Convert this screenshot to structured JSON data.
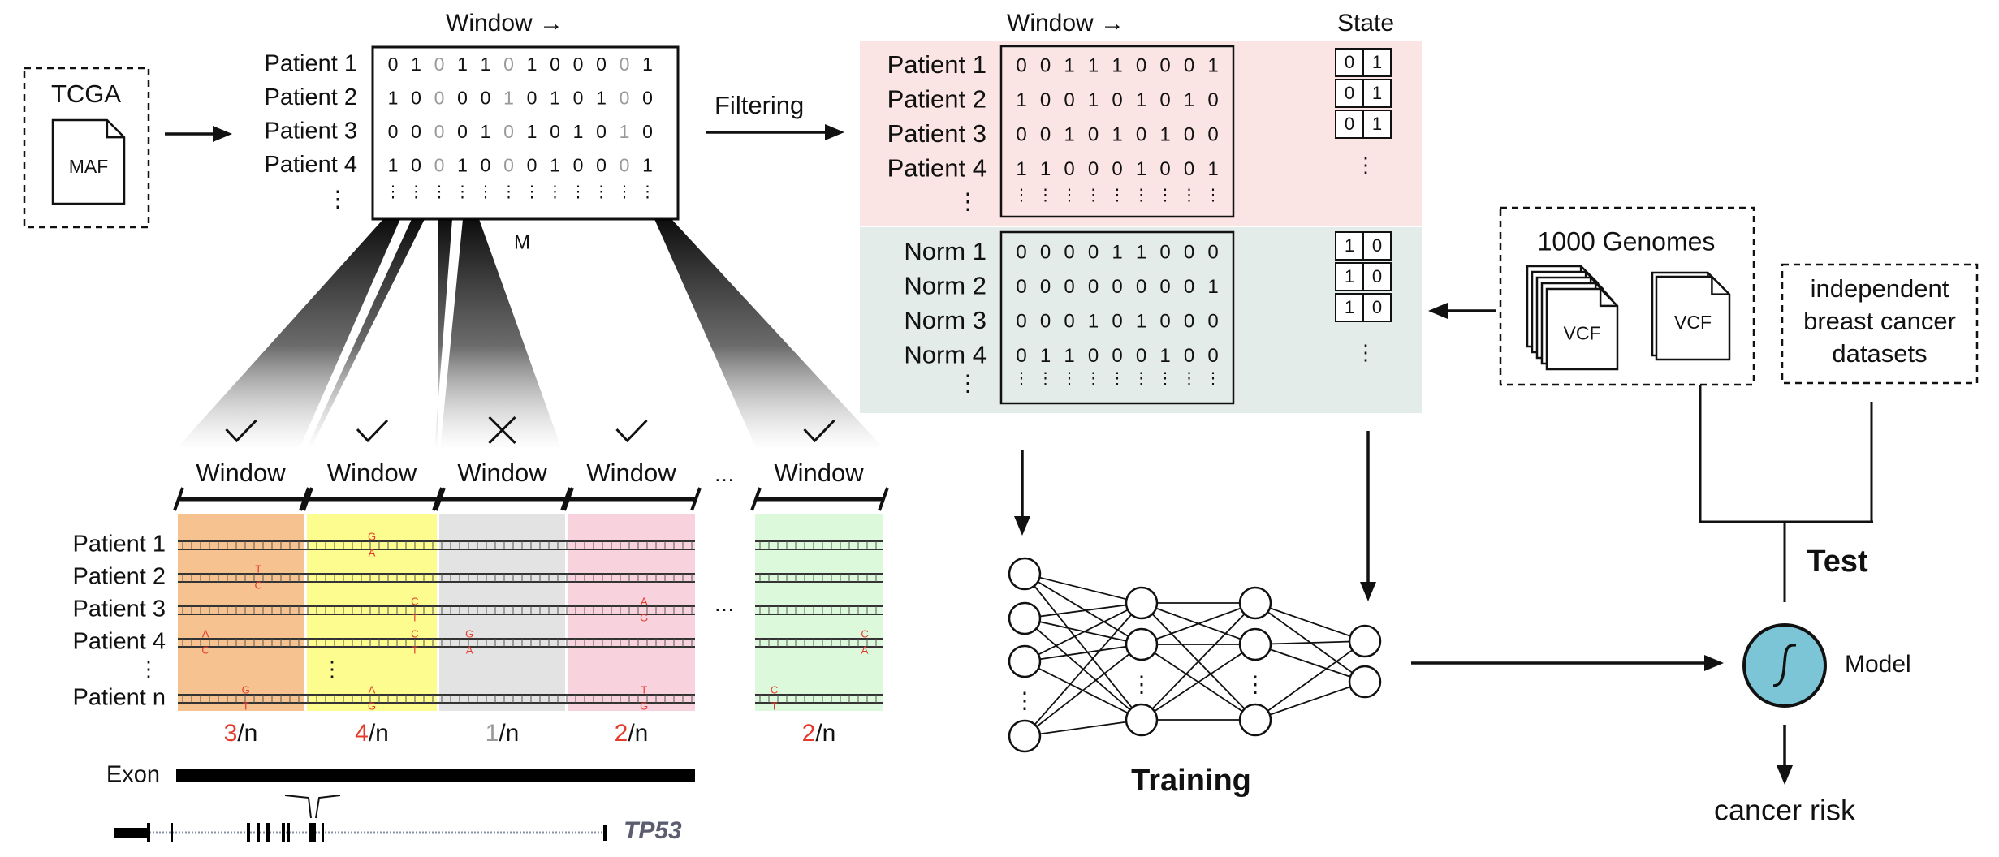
{
  "tcga": {
    "title": "TCGA",
    "file": "MAF"
  },
  "top_matrix": {
    "header": "Window →",
    "patients": [
      "Patient 1",
      "Patient 2",
      "Patient 3",
      "Patient 4"
    ],
    "rows": [
      [
        "0",
        "1",
        "0",
        "1",
        "1",
        "0",
        "1",
        "0",
        "0",
        "0",
        "0",
        "1"
      ],
      [
        "1",
        "0",
        "0",
        "0",
        "0",
        "1",
        "0",
        "1",
        "0",
        "1",
        "0",
        "0"
      ],
      [
        "0",
        "0",
        "0",
        "0",
        "1",
        "0",
        "1",
        "0",
        "1",
        "0",
        "1",
        "0"
      ],
      [
        "1",
        "0",
        "0",
        "1",
        "0",
        "0",
        "0",
        "1",
        "0",
        "0",
        "0",
        "1"
      ]
    ],
    "gray_columns": [
      2,
      5,
      10
    ],
    "label": "M"
  },
  "filtering_label": "Filtering",
  "patient_matrix": {
    "header": "Window →",
    "state_header": "State",
    "patients": [
      "Patient 1",
      "Patient 2",
      "Patient 3",
      "Patient 4"
    ],
    "rows": [
      [
        "0",
        "0",
        "1",
        "1",
        "1",
        "0",
        "0",
        "0",
        "1"
      ],
      [
        "1",
        "0",
        "0",
        "1",
        "0",
        "1",
        "0",
        "1",
        "0"
      ],
      [
        "0",
        "0",
        "1",
        "0",
        "1",
        "0",
        "1",
        "0",
        "0"
      ],
      [
        "1",
        "1",
        "0",
        "0",
        "0",
        "1",
        "0",
        "0",
        "1"
      ]
    ],
    "state": [
      [
        "0",
        "1"
      ],
      [
        "0",
        "1"
      ],
      [
        "0",
        "1"
      ]
    ],
    "bg": "#fbe5e4"
  },
  "norm_matrix": {
    "norms": [
      "Norm 1",
      "Norm 2",
      "Norm 3",
      "Norm 4"
    ],
    "rows": [
      [
        "0",
        "0",
        "0",
        "0",
        "1",
        "1",
        "0",
        "0",
        "0"
      ],
      [
        "0",
        "0",
        "0",
        "0",
        "0",
        "0",
        "0",
        "0",
        "1"
      ],
      [
        "0",
        "0",
        "0",
        "1",
        "0",
        "1",
        "0",
        "0",
        "0"
      ],
      [
        "0",
        "1",
        "1",
        "0",
        "0",
        "0",
        "1",
        "0",
        "0"
      ]
    ],
    "state": [
      [
        "1",
        "0"
      ],
      [
        "1",
        "0"
      ],
      [
        "1",
        "0"
      ]
    ],
    "bg": "#e4ecea"
  },
  "genomes": {
    "title": "1000 Genomes",
    "file": "VCF"
  },
  "independent": [
    "independent",
    "breast cancer",
    "datasets"
  ],
  "windows": [
    {
      "label": "Window",
      "mark": "check",
      "bg": "#f6c290",
      "count": "3",
      "count_color": "#e53b2c"
    },
    {
      "label": "Window",
      "mark": "check",
      "bg": "#fdfc8e",
      "count": "4",
      "count_color": "#e53b2c"
    },
    {
      "label": "Window",
      "mark": "cross",
      "bg": "#e3e3e3",
      "count": "1",
      "count_color": "#9a9a9a"
    },
    {
      "label": "Window",
      "mark": "check",
      "bg": "#f8d2dd",
      "count": "2",
      "count_color": "#e53b2c"
    },
    {
      "label": "Window",
      "mark": "check",
      "bg": "#dcf9dc",
      "count": "2",
      "count_color": "#e53b2c"
    }
  ],
  "window_count_suffix": "/n",
  "track_patients": [
    "Patient 1",
    "Patient 2",
    "Patient 3",
    "Patient 4",
    "Patient n"
  ],
  "mutations": [
    {
      "row": 0,
      "col": 1,
      "pos": 0.5,
      "top": "G",
      "bottom": "A"
    },
    {
      "row": 1,
      "col": 0,
      "pos": 0.64,
      "top": "T",
      "bottom": "C"
    },
    {
      "row": 2,
      "col": 1,
      "pos": 0.83,
      "top": "C",
      "bottom": "T"
    },
    {
      "row": 2,
      "col": 3,
      "pos": 0.6,
      "top": "A",
      "bottom": "G"
    },
    {
      "row": 3,
      "col": 0,
      "pos": 0.22,
      "top": "A",
      "bottom": "C"
    },
    {
      "row": 3,
      "col": 1,
      "pos": 0.83,
      "top": "C",
      "bottom": "T"
    },
    {
      "row": 3,
      "col": 2,
      "pos": 0.24,
      "top": "G",
      "bottom": "A"
    },
    {
      "row": 3,
      "col": 4,
      "pos": 0.86,
      "top": "C",
      "bottom": "A"
    },
    {
      "row": 4,
      "col": 0,
      "pos": 0.54,
      "top": "G",
      "bottom": "T"
    },
    {
      "row": 4,
      "col": 1,
      "pos": 0.5,
      "top": "A",
      "bottom": "G"
    },
    {
      "row": 4,
      "col": 3,
      "pos": 0.6,
      "top": "T",
      "bottom": "G"
    },
    {
      "row": 4,
      "col": 4,
      "pos": 0.15,
      "top": "C",
      "bottom": "T"
    }
  ],
  "exon_label": "Exon",
  "gene_label": "TP53",
  "training_label": "Training",
  "test_label": "Test",
  "model_label": "Model",
  "cancer_risk_label": "cancer risk",
  "colors": {
    "mutation": "#e53b2c",
    "model_fill": "#7cc5d6",
    "gene_label": "#5c5e70"
  }
}
